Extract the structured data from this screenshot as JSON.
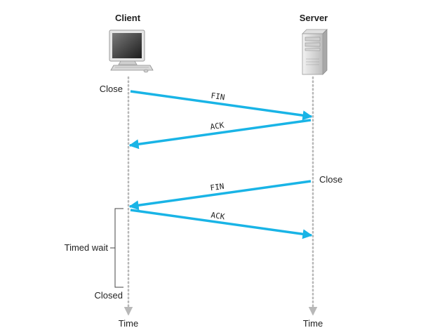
{
  "client": {
    "title": "Client",
    "icon": "desktop-computer-icon",
    "events": {
      "close": "Close",
      "closed": "Closed"
    },
    "time_label": "Time"
  },
  "server": {
    "title": "Server",
    "icon": "tower-server-icon",
    "events": {
      "close": "Close"
    },
    "time_label": "Time"
  },
  "messages": [
    {
      "label": "FIN",
      "from": "client",
      "to": "server"
    },
    {
      "label": "ACK",
      "from": "server",
      "to": "client"
    },
    {
      "label": "FIN",
      "from": "server",
      "to": "client"
    },
    {
      "label": "ACK",
      "from": "client",
      "to": "server"
    }
  ],
  "timed_wait_label": "Timed wait",
  "colors": {
    "arrow": "#19b4e6",
    "timeline": "#b8b8b8",
    "text": "#222222"
  }
}
